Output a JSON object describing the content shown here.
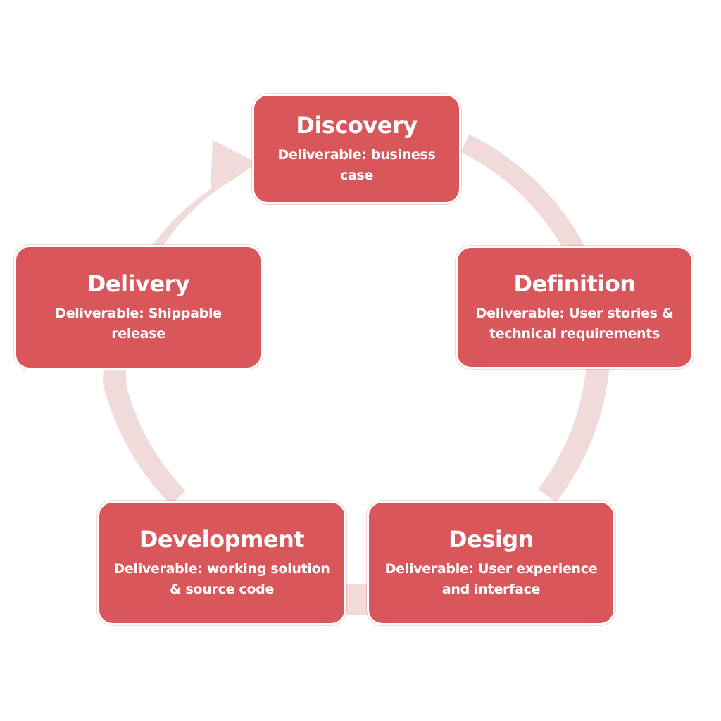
{
  "diagram": {
    "type": "cycle",
    "colors": {
      "box_fill": "#d9575b",
      "box_border": "#ffffff",
      "ring": "#f1dada",
      "text": "#ffffff"
    },
    "stages": [
      {
        "id": "discovery",
        "title": "Discovery",
        "deliverable": "Deliverable: business case"
      },
      {
        "id": "definition",
        "title": "Definition",
        "deliverable": "Deliverable: User stories & technical requirements"
      },
      {
        "id": "design",
        "title": "Design",
        "deliverable": "Deliverable: User experience and interface"
      },
      {
        "id": "development",
        "title": "Development",
        "deliverable": "Deliverable: working solution & source code"
      },
      {
        "id": "delivery",
        "title": "Delivery",
        "deliverable": "Deliverable: Shippable release"
      }
    ]
  }
}
